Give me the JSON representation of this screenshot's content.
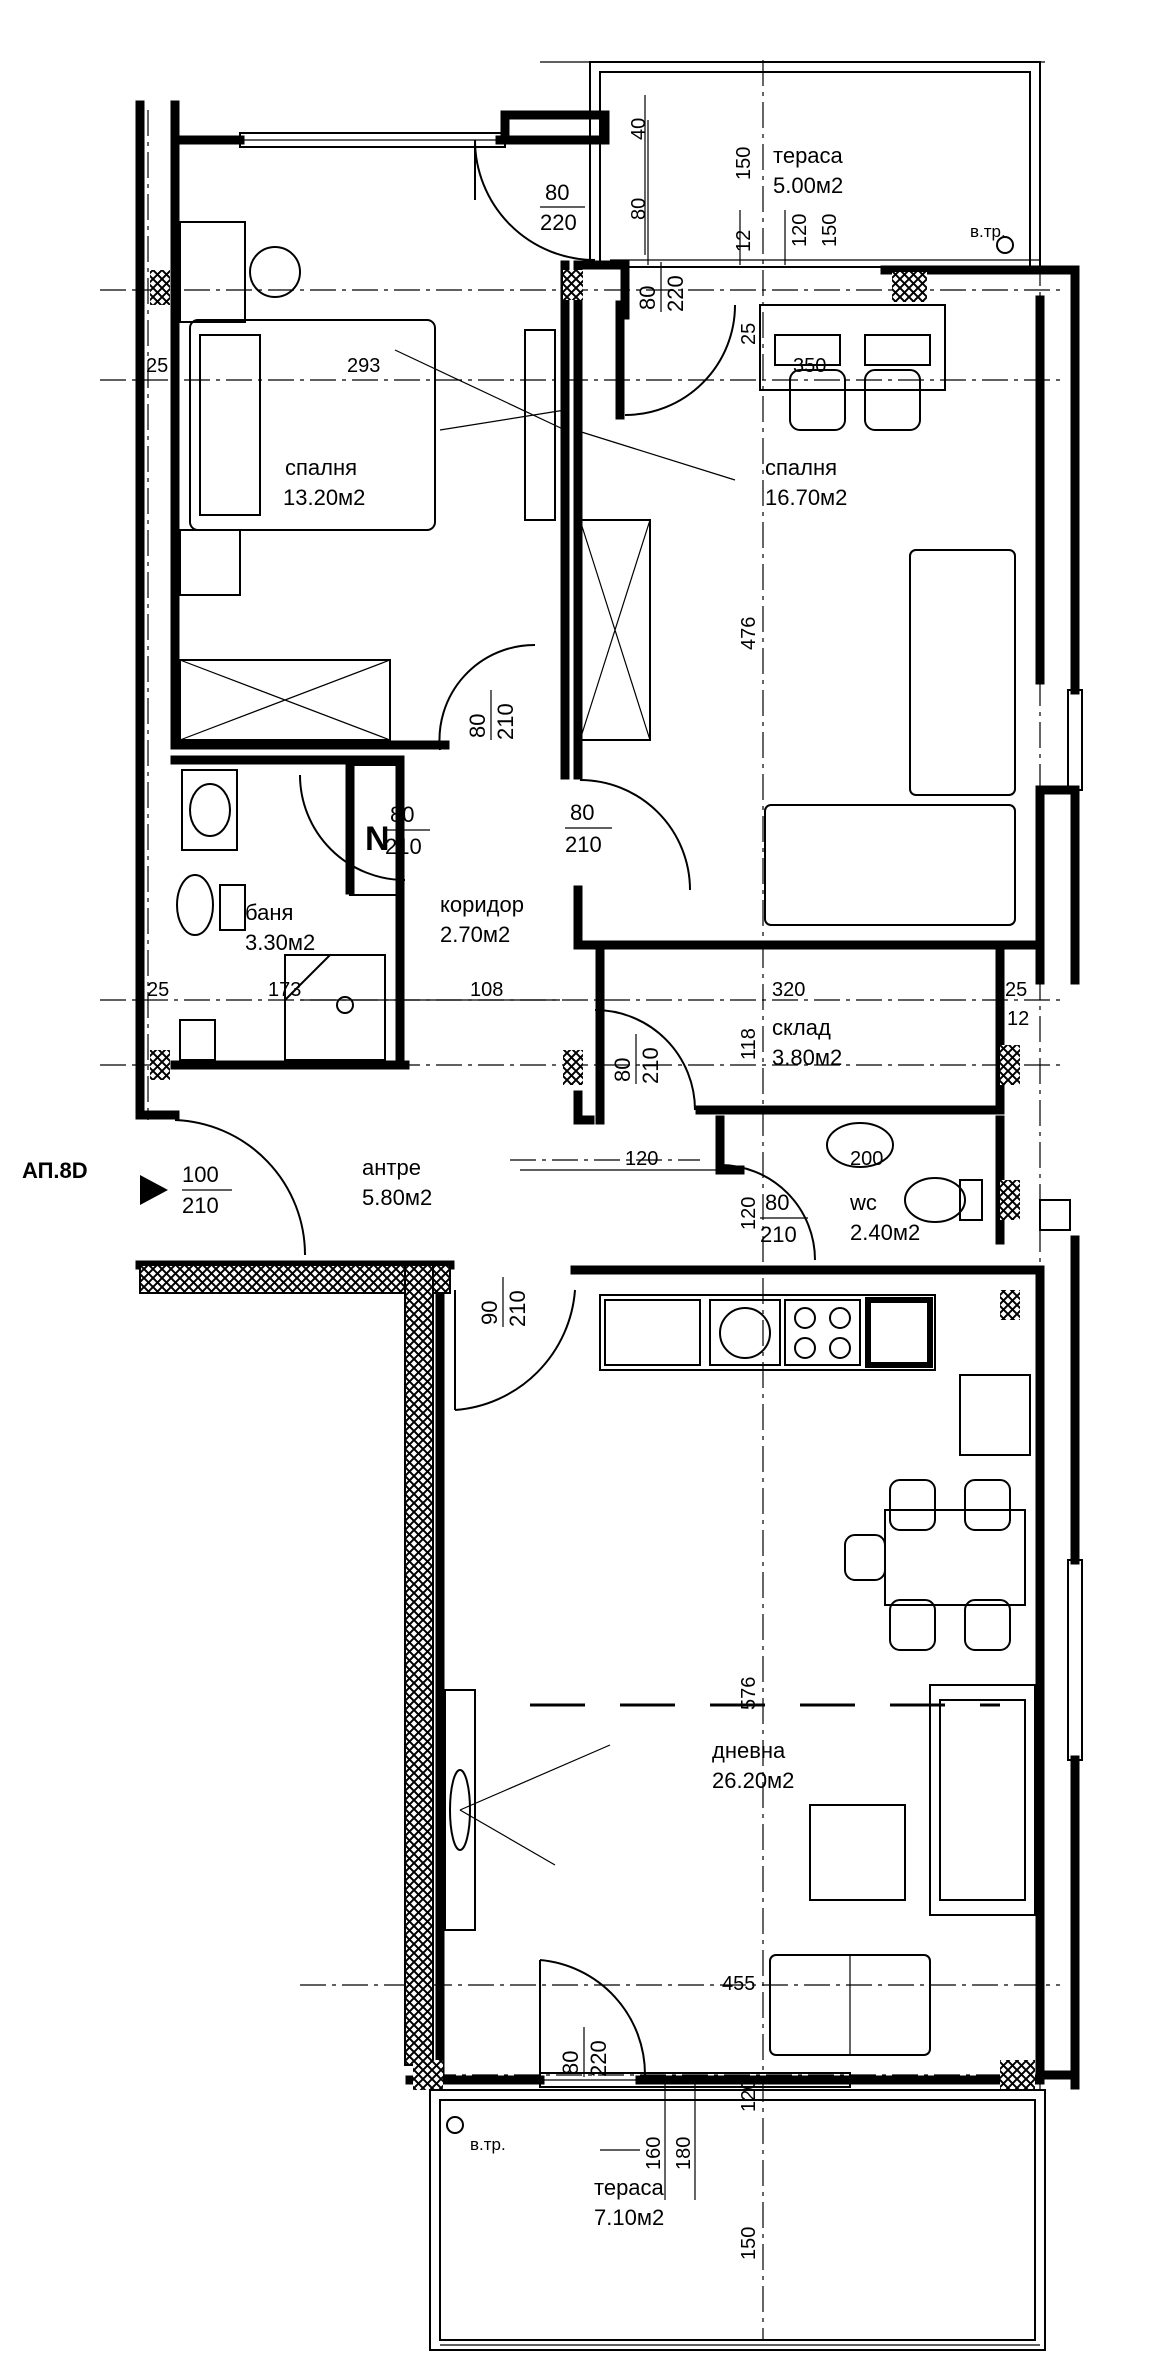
{
  "apartment": {
    "label": "АП.8D",
    "entry_door": {
      "w": "100",
      "h": "210"
    }
  },
  "rooms": [
    {
      "id": "terrace-top",
      "name": "тераса",
      "area": "5.00м2"
    },
    {
      "id": "bedroom-left",
      "name": "спалня",
      "area": "13.20м2"
    },
    {
      "id": "bedroom-right",
      "name": "спалня",
      "area": "16.70м2"
    },
    {
      "id": "bathroom",
      "name": "баня",
      "area": "3.30м2"
    },
    {
      "id": "corridor",
      "name": "коридор",
      "area": "2.70м2"
    },
    {
      "id": "storage",
      "name": "склад",
      "area": "3.80м2"
    },
    {
      "id": "hall",
      "name": "антре",
      "area": "5.80м2"
    },
    {
      "id": "wc",
      "name": "wc",
      "area": "2.40м2"
    },
    {
      "id": "living",
      "name": "дневна",
      "area": "26.20м2"
    },
    {
      "id": "terrace-bottom",
      "name": "тераса",
      "area": "7.10м2"
    }
  ],
  "doors": [
    {
      "id": "door-bedroom-left-terrace",
      "w": "80",
      "h": "220"
    },
    {
      "id": "door-bedroom-right-terrace",
      "w": "80",
      "h": "220"
    },
    {
      "id": "door-bedroom-left",
      "w": "80",
      "h": "210"
    },
    {
      "id": "door-bathroom",
      "w": "80",
      "h": "210"
    },
    {
      "id": "door-bedroom-right",
      "w": "80",
      "h": "210"
    },
    {
      "id": "door-storage",
      "w": "80",
      "h": "210"
    },
    {
      "id": "door-wc",
      "w": "80",
      "h": "210"
    },
    {
      "id": "door-living",
      "w": "90",
      "h": "210"
    },
    {
      "id": "door-living-terrace",
      "w": "80",
      "h": "220"
    }
  ],
  "dimensions": [
    {
      "id": "dim-40",
      "text": "40"
    },
    {
      "id": "dim-80-top",
      "text": "80"
    },
    {
      "id": "dim-150-top",
      "text": "150"
    },
    {
      "id": "dim-12-top",
      "text": "12"
    },
    {
      "id": "dim-120-top",
      "text": "120"
    },
    {
      "id": "dim-150-top-b",
      "text": "150"
    },
    {
      "id": "dim-25-a",
      "text": "25"
    },
    {
      "id": "dim-25-b",
      "text": "25"
    },
    {
      "id": "dim-293",
      "text": "293"
    },
    {
      "id": "dim-350",
      "text": "350"
    },
    {
      "id": "dim-476",
      "text": "476"
    },
    {
      "id": "dim-25-c",
      "text": "25"
    },
    {
      "id": "dim-173",
      "text": "173"
    },
    {
      "id": "dim-108",
      "text": "108"
    },
    {
      "id": "dim-320",
      "text": "320"
    },
    {
      "id": "dim-25-d",
      "text": "25"
    },
    {
      "id": "dim-12-right",
      "text": "12"
    },
    {
      "id": "dim-118",
      "text": "118"
    },
    {
      "id": "dim-120-hall",
      "text": "120"
    },
    {
      "id": "dim-120-wc",
      "text": "120"
    },
    {
      "id": "dim-200",
      "text": "200"
    },
    {
      "id": "dim-576",
      "text": "576"
    },
    {
      "id": "dim-455",
      "text": "455"
    },
    {
      "id": "dim-160",
      "text": "160"
    },
    {
      "id": "dim-180",
      "text": "180"
    },
    {
      "id": "dim-120-bottom",
      "text": "120"
    },
    {
      "id": "dim-150-bottom",
      "text": "150"
    }
  ],
  "annotations": {
    "vent_top": "в.тр.",
    "vent_bottom": "в.тр.",
    "north": "N"
  }
}
